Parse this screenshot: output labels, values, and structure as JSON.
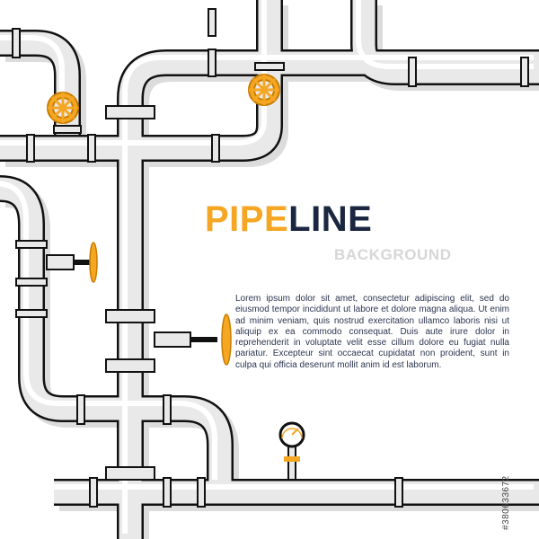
{
  "title": {
    "part1": "PIPE",
    "part2": "LINE"
  },
  "subtitle": "BACKGROUND",
  "body_text": "Lorem ipsum dolor sit amet, consectetur adipiscing elit, sed do eiusmod tempor incididunt ut labore et dolore magna aliqua. Ut enim ad minim veniam, quis nostrud exercitation ullamco laboris nisi ut aliquip ex ea commodo consequat. Duis aute irure dolor in reprehenderit in voluptate velit esse cillum dolore eu fugiat nulla pariatur. Excepteur sint occaecat cupidatat non proident, sunt in culpa qui officia deserunt mollit anim id est laborum.",
  "watermark_id": "#380633672",
  "colors": {
    "accent": "#f5a623",
    "dark": "#1b2740",
    "pipe_fill": "#e9e9e9",
    "pipe_outline": "#111111",
    "valve": "#f5a623"
  },
  "icons": {
    "valve": "valve-wheel-icon",
    "gauge": "pressure-gauge-icon"
  }
}
